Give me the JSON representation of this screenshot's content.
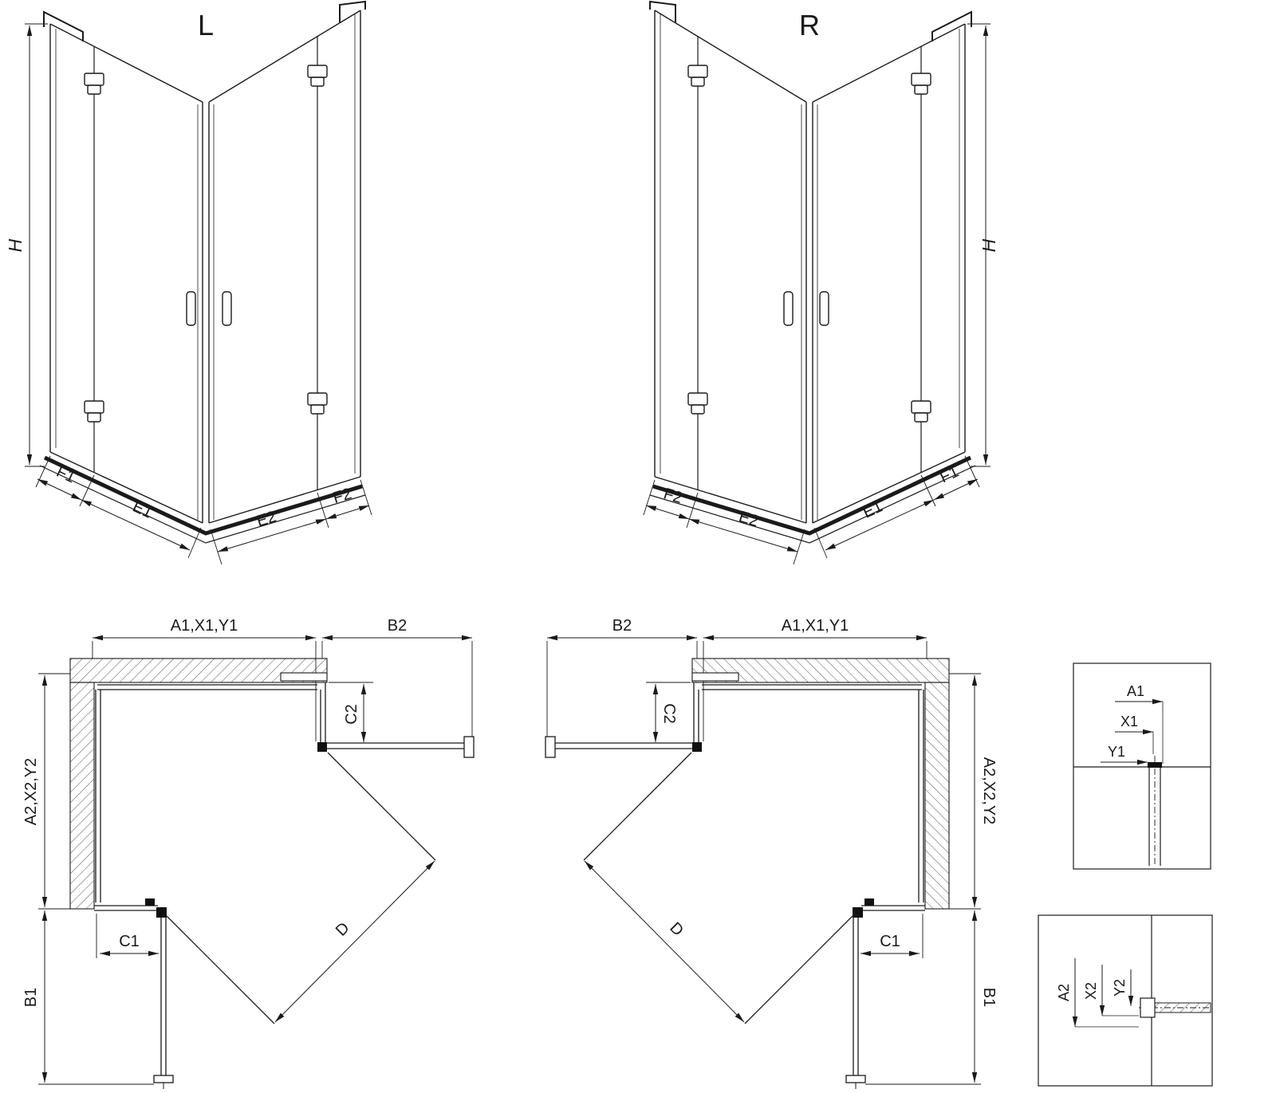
{
  "colors": {
    "line": "#1a1a1a",
    "background": "#ffffff"
  },
  "iso_left": {
    "title": "L",
    "h": "H",
    "f1": "F1",
    "e1": "E1",
    "e2": "E2",
    "f2": "F2"
  },
  "iso_right": {
    "title": "R",
    "h": "H",
    "f1": "F1",
    "e1": "E1",
    "e2": "E2",
    "f2": "F2"
  },
  "plan_left": {
    "top": "A1,X1,Y1",
    "top_right": "B2",
    "c2": "C2",
    "left": "A2,X2,Y2",
    "c1": "C1",
    "b1": "B1",
    "d": "D"
  },
  "plan_right": {
    "top_left": "B2",
    "top": "A1,X1,Y1",
    "c2": "C2",
    "right": "A2,X2,Y2",
    "c1": "C1",
    "b1": "B1",
    "d": "D"
  },
  "detail_top": {
    "a1": "A1",
    "x1": "X1",
    "y1": "Y1"
  },
  "detail_bottom": {
    "a2": "A2",
    "x2": "X2",
    "y2": "Y2"
  }
}
